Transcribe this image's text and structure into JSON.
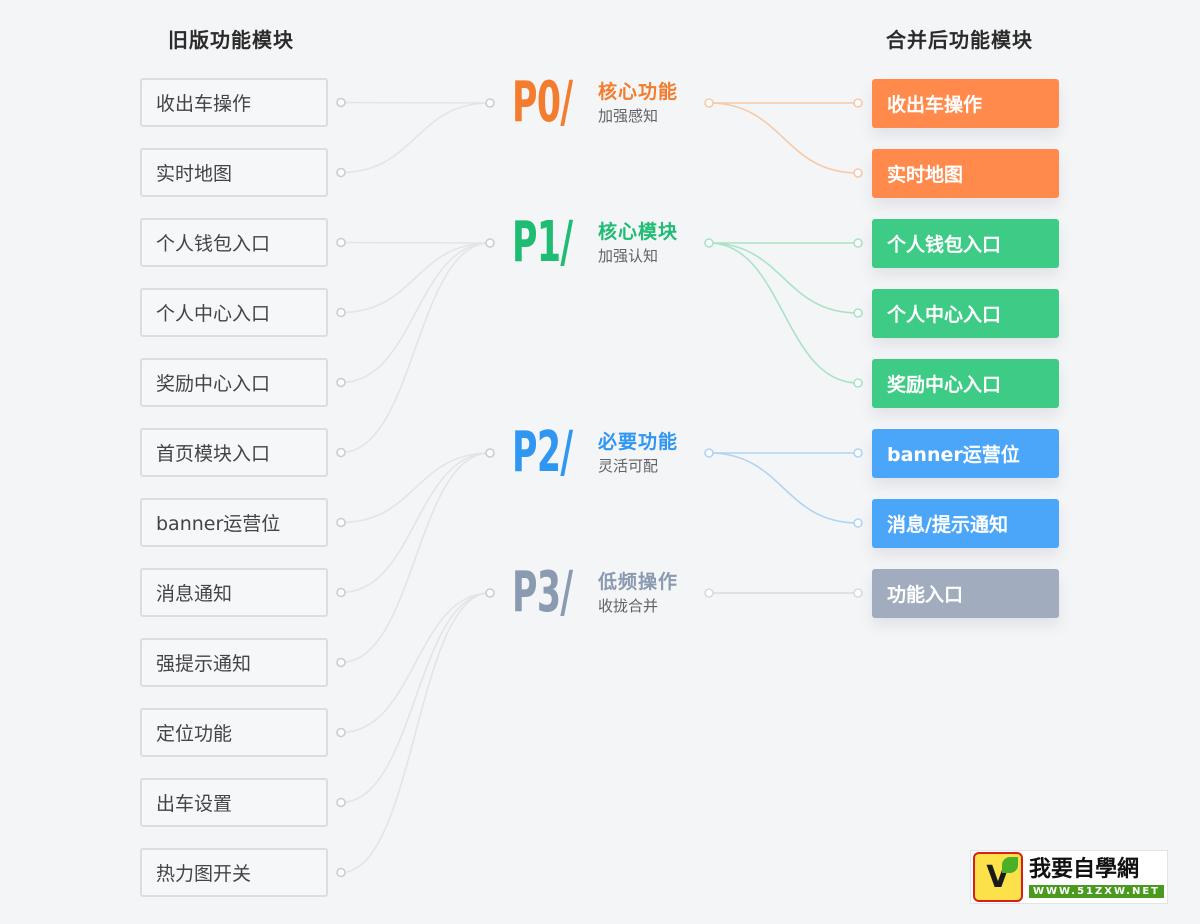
{
  "headings": {
    "old": "旧版功能模块",
    "new": "合并后功能模块"
  },
  "old_items": [
    "收出车操作",
    "实时地图",
    "个人钱包入口",
    "个人中心入口",
    "奖励中心入口",
    "首页模块入口",
    "banner运营位",
    "消息通知",
    "强提示通知",
    "定位功能",
    "出车设置",
    "热力图开关"
  ],
  "priorities": [
    {
      "code": "P0/",
      "title": "核心功能",
      "subtitle": "加强感知",
      "color": "#f47c2e",
      "line_color": "#f7c9a8"
    },
    {
      "code": "P1/",
      "title": "核心模块",
      "subtitle": "加强认知",
      "color": "#1fbc73",
      "line_color": "#a9e3c6"
    },
    {
      "code": "P2/",
      "title": "必要功能",
      "subtitle": "灵活可配",
      "color": "#2f96f2",
      "line_color": "#aed4f6"
    },
    {
      "code": "P3/",
      "title": "低频操作",
      "subtitle": "收拢合并",
      "color": "#8a9ab0",
      "line_color": "#d6dbe2"
    }
  ],
  "new_items": [
    {
      "label": "收出车操作",
      "color": "#ff8a4c",
      "priority": 0
    },
    {
      "label": "实时地图",
      "color": "#ff8a4c",
      "priority": 0
    },
    {
      "label": "个人钱包入口",
      "color": "#3ecb86",
      "priority": 1
    },
    {
      "label": "个人中心入口",
      "color": "#3ecb86",
      "priority": 1
    },
    {
      "label": "奖励中心入口",
      "color": "#3ecb86",
      "priority": 1
    },
    {
      "label": "banner运营位",
      "color": "#4ba6fa",
      "priority": 2
    },
    {
      "label": "消息/提示通知",
      "color": "#4ba6fa",
      "priority": 2
    },
    {
      "label": "功能入口",
      "color": "#a1adbe",
      "priority": 3
    }
  ],
  "old_to_priority": [
    0,
    0,
    1,
    1,
    1,
    1,
    2,
    2,
    2,
    3,
    3,
    3
  ],
  "old_line_color": "#e2e4e8",
  "watermark": {
    "title": "我要自學網",
    "url": "WWW.51ZXW.NET",
    "icon_letter": "V"
  }
}
